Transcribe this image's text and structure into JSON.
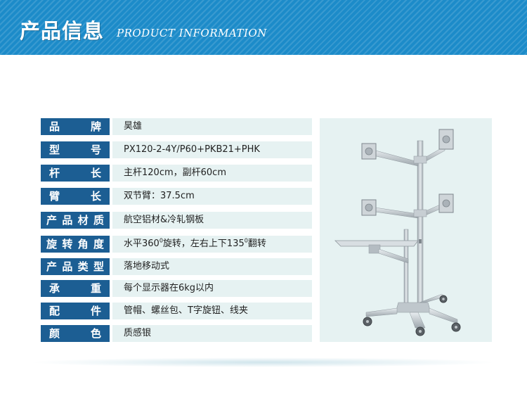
{
  "banner": {
    "title": "产品信息",
    "subtitle": "PRODUCT INFORMATION"
  },
  "specs": [
    {
      "label": "品牌",
      "value": "昊雄"
    },
    {
      "label": "型号",
      "value": "PX120-2-4Y/P60+PKB21+PHK"
    },
    {
      "label": "杆长",
      "value": "主杆120cm，副杆60cm"
    },
    {
      "label": "臂长",
      "value": "双节臂：37.5cm"
    },
    {
      "label": "产品材质",
      "value": "航空铝材&冷轧钢板"
    },
    {
      "label": "旋转角度",
      "value_parts": [
        "水平360",
        "0",
        "旋转，左右上下135",
        "0",
        "翻转"
      ]
    },
    {
      "label": "产品类型",
      "value": "落地移动式"
    },
    {
      "label": "承重",
      "value": "每个显示器在6kg以内"
    },
    {
      "label": "配件",
      "value": "管帽、螺丝包、T字旋钮、线夹"
    },
    {
      "label": "颜色",
      "value": "质感银"
    }
  ]
}
